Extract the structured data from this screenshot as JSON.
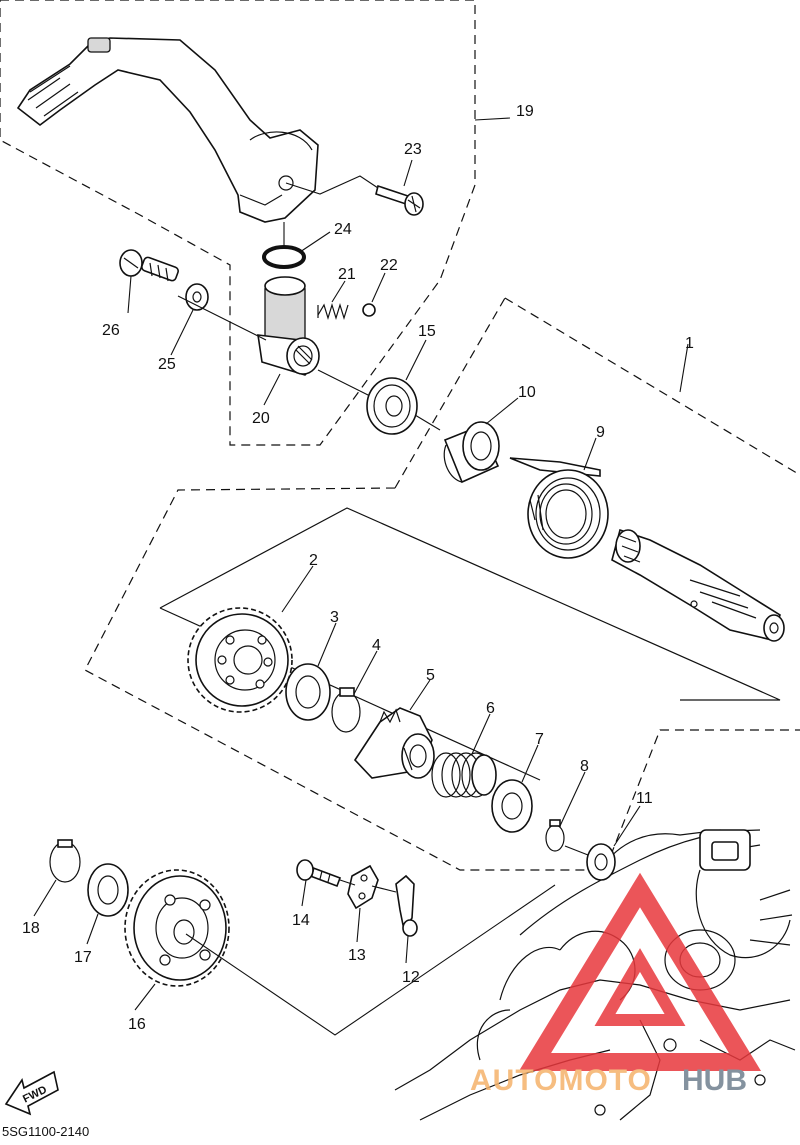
{
  "diagram": {
    "drawing_code": "5SG1100-2140",
    "direction_marker": "FWD",
    "watermark": {
      "text_left": "AUTOMOTO",
      "text_right": "HUB",
      "color_left": "#f5b26b",
      "color_right": "#6f7f8f",
      "triangle_color": "#e8383d"
    },
    "callouts": [
      "1",
      "2",
      "3",
      "4",
      "5",
      "6",
      "7",
      "8",
      "9",
      "10",
      "11",
      "12",
      "13",
      "14",
      "15",
      "16",
      "17",
      "18",
      "19",
      "20",
      "21",
      "22",
      "23",
      "24",
      "25",
      "26"
    ]
  }
}
